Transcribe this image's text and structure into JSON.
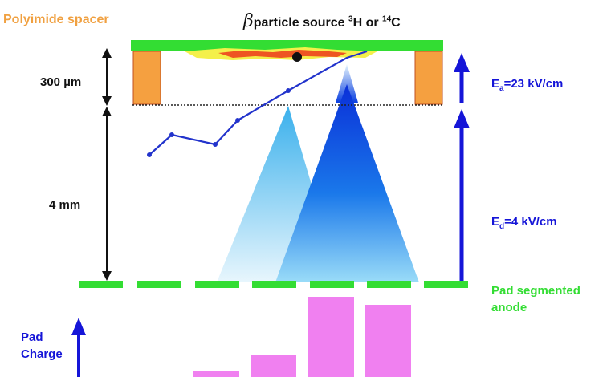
{
  "labels": {
    "spacer": "Polyimide spacer",
    "source_symbol": "β",
    "source_text_a": "particle source ",
    "source_sup_a": "3",
    "source_text_b": "H or ",
    "source_sup_b": "14",
    "source_text_c": "C",
    "gap_small": "300 µm",
    "gap_large": "4 mm",
    "field_a_prefix": "E",
    "field_a_sub": "a",
    "field_a_value": "=23 kV/cm",
    "field_d_prefix": "E",
    "field_d_sub": "d",
    "field_d_value": "=4 kV/cm",
    "anode_line1": "Pad segmented",
    "anode_line2": "anode",
    "charge_line1": "Pad",
    "charge_line2": "Charge"
  },
  "colors": {
    "anode_green": "#33dd33",
    "spacer_orange": "#f5a040",
    "field_blue": "#1515d8",
    "track_blue": "#2233cc",
    "charge_pink": "#f080f0",
    "cone_dark": "#0a3fe0",
    "cone_light": "#3ab0ec"
  },
  "pad_charge": {
    "relative_heights": [
      0,
      0,
      0.07,
      0.27,
      1.0,
      0.9,
      0
    ]
  }
}
